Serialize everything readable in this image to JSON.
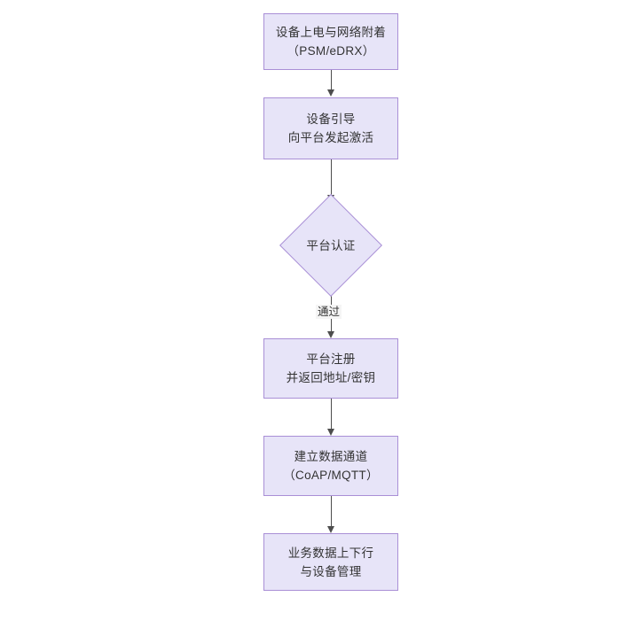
{
  "diagram": {
    "type": "flowchart",
    "orientation": "top-to-bottom",
    "title": "",
    "theme": {
      "node_fill": "#e7e4f8",
      "node_border": "#a98fd6",
      "edge_color": "#4d4d4d",
      "text_color": "#333333",
      "background": "#ffffff",
      "edge_label_background": "#f5f5f5"
    },
    "nodes": [
      {
        "id": "n1",
        "shape": "rectangle",
        "line1": "设备上电与网络附着",
        "line2": "（PSM/eDRX）"
      },
      {
        "id": "n2",
        "shape": "rectangle",
        "line1": "设备引导",
        "line2": "向平台发起激活"
      },
      {
        "id": "n3",
        "shape": "diamond",
        "line1": "平台认证",
        "line2": ""
      },
      {
        "id": "n4",
        "shape": "rectangle",
        "line1": "平台注册",
        "line2": "并返回地址/密钥"
      },
      {
        "id": "n5",
        "shape": "rectangle",
        "line1": "建立数据通道",
        "line2": "（CoAP/MQTT）"
      },
      {
        "id": "n6",
        "shape": "rectangle",
        "line1": "业务数据上下行",
        "line2": "与设备管理"
      }
    ],
    "edges": [
      {
        "id": "e1",
        "from": "n1",
        "to": "n2",
        "label": ""
      },
      {
        "id": "e2",
        "from": "n2",
        "to": "n3",
        "label": ""
      },
      {
        "id": "e3",
        "from": "n3",
        "to": "n4",
        "label": "通过"
      },
      {
        "id": "e4",
        "from": "n4",
        "to": "n5",
        "label": ""
      },
      {
        "id": "e5",
        "from": "n5",
        "to": "n6",
        "label": ""
      }
    ]
  }
}
